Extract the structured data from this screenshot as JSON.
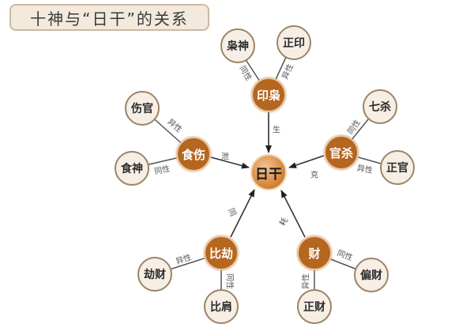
{
  "title": "十神与“日干”的关系",
  "center": {
    "label": "日干"
  },
  "groups": [
    {
      "id": "yinxiao",
      "label": "印枭",
      "relation_to_center": "生",
      "children": [
        {
          "label": "枭神",
          "relation": "同性"
        },
        {
          "label": "正印",
          "relation": "异性"
        }
      ]
    },
    {
      "id": "shishang",
      "label": "食伤",
      "relation_to_center": "泄",
      "children": [
        {
          "label": "伤官",
          "relation": "异性"
        },
        {
          "label": "食神",
          "relation": "同性"
        }
      ]
    },
    {
      "id": "guansha",
      "label": "官杀",
      "relation_to_center": "克",
      "children": [
        {
          "label": "七杀",
          "relation": "同性"
        },
        {
          "label": "正官",
          "relation": "异性"
        }
      ]
    },
    {
      "id": "bijie",
      "label": "比劫",
      "relation_to_center": "同",
      "children": [
        {
          "label": "劫财",
          "relation": "异性"
        },
        {
          "label": "比肩",
          "relation": "同性"
        }
      ]
    },
    {
      "id": "cai",
      "label": "财",
      "relation_to_center": "耗",
      "children": [
        {
          "label": "偏财",
          "relation": "同性"
        },
        {
          "label": "正财",
          "relation": "异性"
        }
      ]
    }
  ],
  "colors": {
    "group_fill": "#b5661f",
    "leaf_fill": "#f7efe6",
    "leaf_border": "#9c8466",
    "line": "#444444",
    "title_bg": "#f3e9dc"
  }
}
